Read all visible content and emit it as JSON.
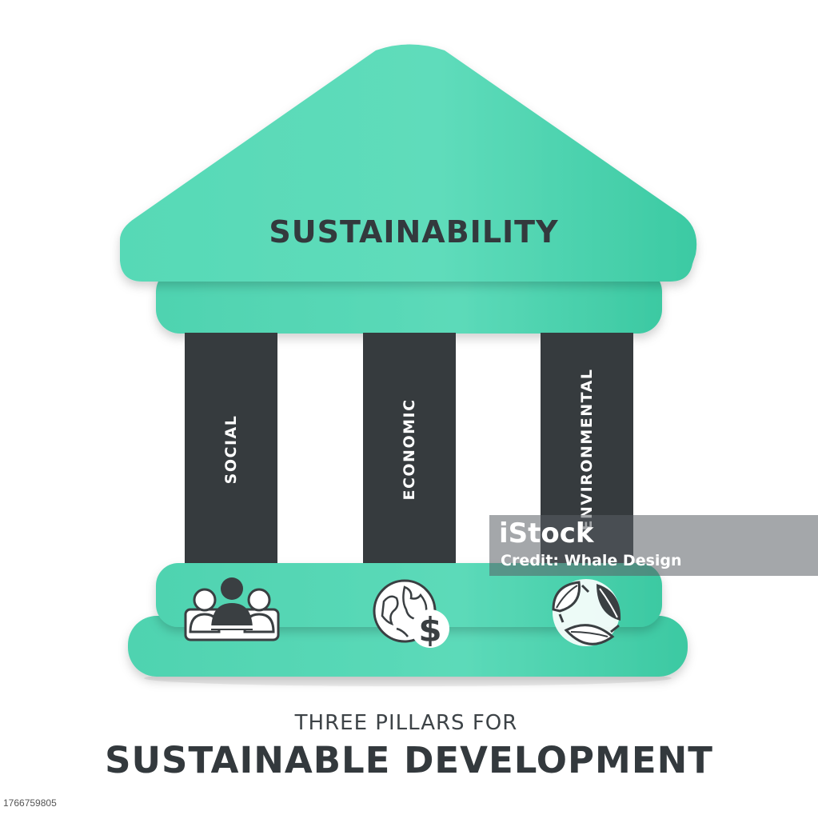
{
  "roof": {
    "title": "SUSTAINABILITY"
  },
  "pillars": [
    {
      "label": "SOCIAL",
      "icon": "people-group-icon"
    },
    {
      "label": "ECONOMIC",
      "icon": "globe-dollar-icon"
    },
    {
      "label": "ENVIRONMENTAL",
      "icon": "three-leaves-icon"
    }
  ],
  "footer": {
    "subtitle": "THREE PILLARS FOR",
    "title": "SUSTAINABLE DEVELOPMENT"
  },
  "watermark": {
    "line1": "iStock",
    "line2": "Credit: Whale Design"
  },
  "stock_id": "1766759805",
  "colors": {
    "teal": "#55d6b4",
    "teal_dark": "#3fcaa4",
    "pillar": "#363b3e",
    "text_dark": "#33393d",
    "white": "#ffffff"
  }
}
